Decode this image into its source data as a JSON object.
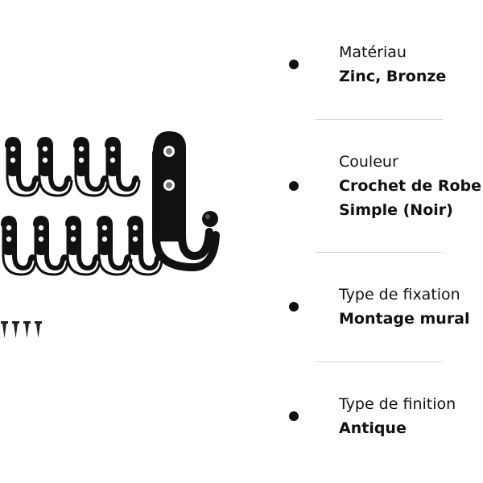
{
  "product": {
    "image_subject": "black-wall-hooks-set"
  },
  "specs": [
    {
      "label": "Matériau",
      "value": "Zinc, Bronze"
    },
    {
      "label": "Couleur",
      "value": "Crochet de Robe Simple (Noir)"
    },
    {
      "label": "Type de fixation",
      "value": "Montage mural"
    },
    {
      "label": "Type de finition",
      "value": "Antique"
    }
  ],
  "colors": {
    "hook": "#111111",
    "text": "#0f1111",
    "divider": "#d5d9d9"
  }
}
